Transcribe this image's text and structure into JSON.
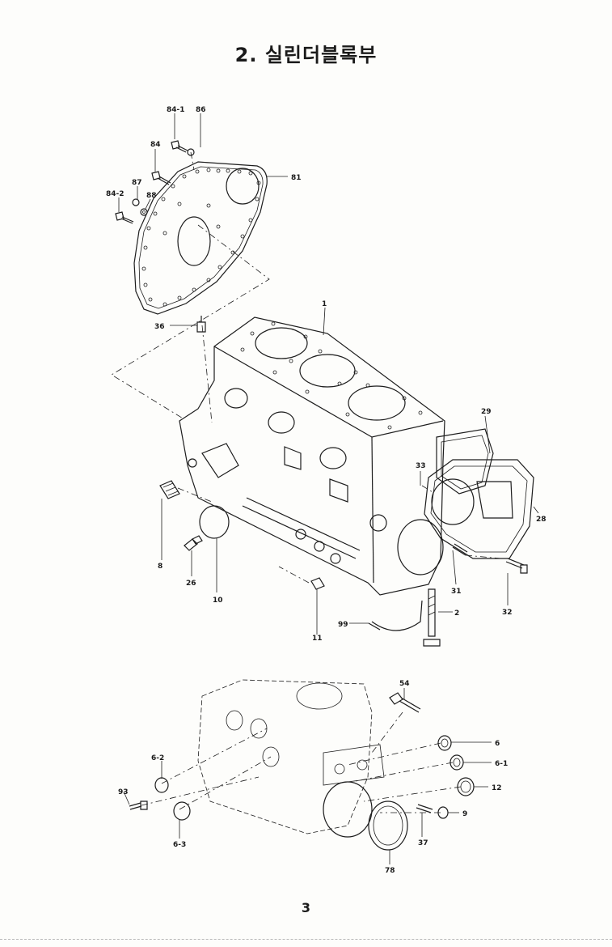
{
  "title": "2. 실린더블록부",
  "page_number": "3",
  "labels": {
    "p84_1": "84-1",
    "p86": "86",
    "p84": "84",
    "p87": "87",
    "p84_2": "84-2",
    "p88": "88",
    "p81": "81",
    "p36": "36",
    "p1": "1",
    "p29": "29",
    "p33": "33",
    "p28": "28",
    "p8": "8",
    "p26": "26",
    "p10": "10",
    "p31": "31",
    "p32": "32",
    "p2": "2",
    "p11": "11",
    "p99": "99",
    "p54": "54",
    "p6": "6",
    "p6_1": "6-1",
    "p12": "12",
    "p9": "9",
    "p37": "37",
    "p78": "78",
    "p6_2": "6-2",
    "p93": "93",
    "p6_3": "6-3"
  }
}
